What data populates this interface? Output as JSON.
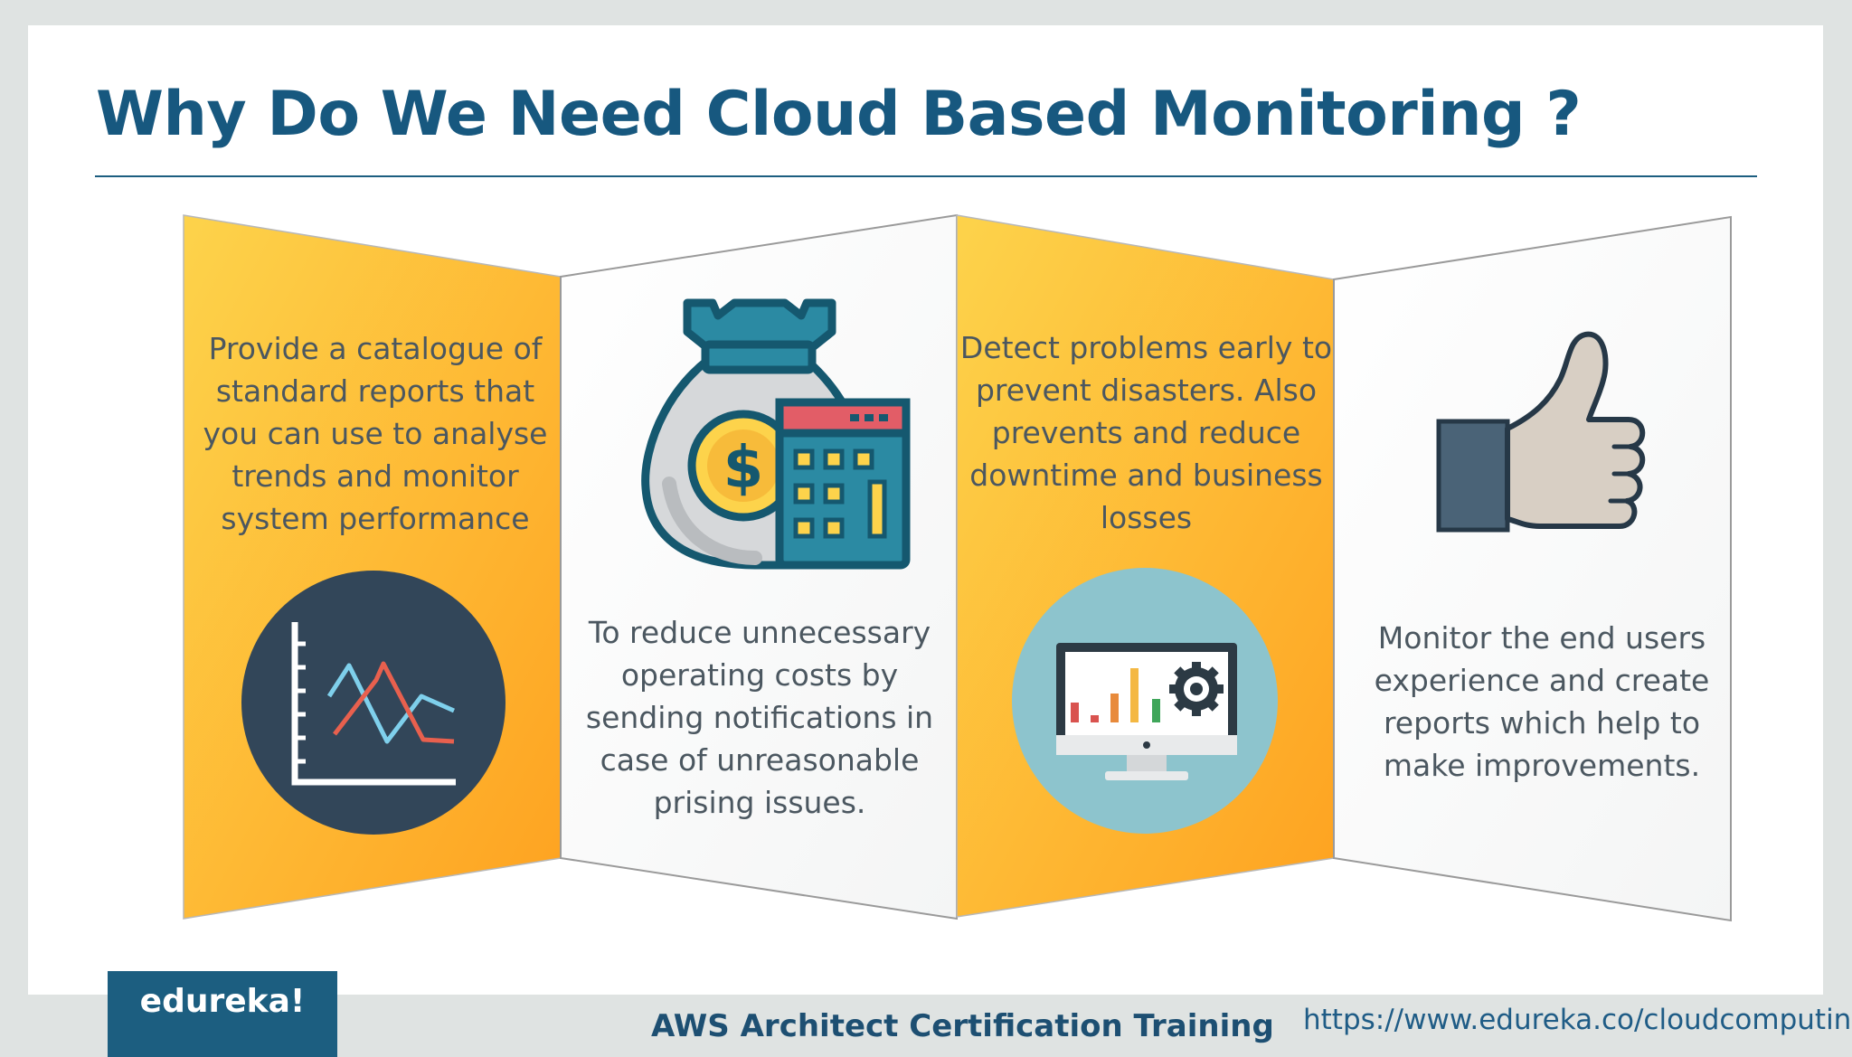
{
  "slide": {
    "title": "Why Do We Need Cloud Based Monitoring ?",
    "panels": [
      {
        "text": "Provide a catalogue of standard reports that you can use to analyse trends and monitor system performance",
        "icon": "line-chart-icon",
        "style": "orange"
      },
      {
        "text": "To reduce unnecessary operating costs by sending notifications in case of unreasonable prising issues.",
        "icon": "money-bag-calculator-icon",
        "style": "white"
      },
      {
        "text": "Detect problems early to prevent disasters. Also prevents and reduce downtime and business losses",
        "icon": "monitor-gear-icon",
        "style": "orange"
      },
      {
        "text": "Monitor the end users experience and create reports which help to make improvements.",
        "icon": "thumbs-up-icon",
        "style": "white"
      }
    ]
  },
  "footer": {
    "logo": "edureka!",
    "course": "AWS Architect Certification Training",
    "url": "https://www.edureka.co/cloudcomputing"
  },
  "colors": {
    "title": "#17587f",
    "orange_light": "#fdd24a",
    "orange_dark": "#fea421",
    "text": "#4b5760",
    "footer_box": "#1c5e80"
  }
}
